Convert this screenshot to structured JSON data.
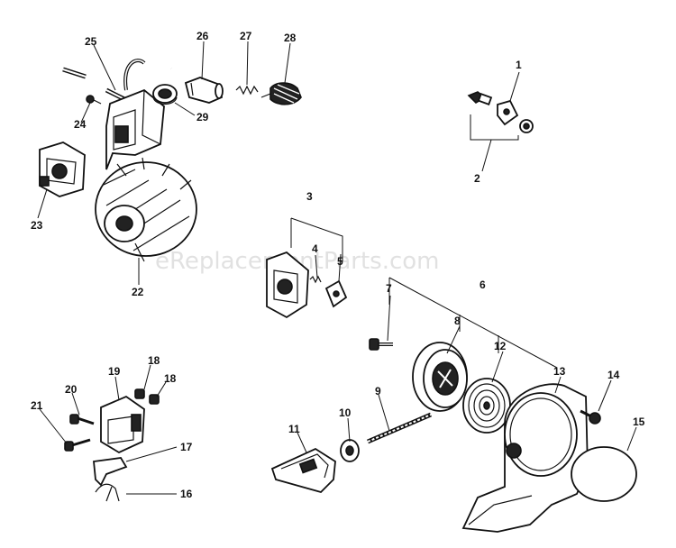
{
  "watermark": "eReplacementParts.com",
  "part_labels": [
    "1",
    "2",
    "3",
    "4",
    "5",
    "6",
    "7",
    "8",
    "9",
    "10",
    "11",
    "12",
    "13",
    "14",
    "15",
    "16",
    "17",
    "18",
    "18",
    "19",
    "20",
    "21",
    "22",
    "23",
    "24",
    "25",
    "26",
    "27",
    "28",
    "29"
  ]
}
